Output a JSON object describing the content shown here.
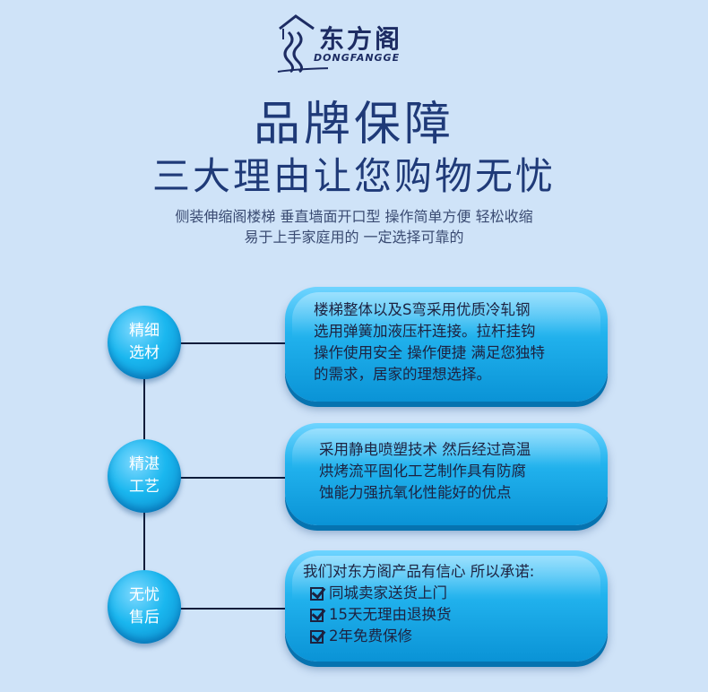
{
  "logo": {
    "name": "东方阁",
    "sub": "DONGFANGGE"
  },
  "title": "品牌保障",
  "subtitle": "三大理由让您购物无忧",
  "description": [
    "侧装伸缩阁楼梯 垂直墙面开口型 操作简单方便 轻松收缩",
    "易于上手家庭用的 一定选择可靠的"
  ],
  "items": [
    {
      "circle": [
        "精细",
        "选材"
      ],
      "lines": [
        "楼梯整体以及S弯采用优质冷轧钢",
        "选用弹簧加液压杆连接。拉杆挂钩",
        "操作使用安全 操作便捷 满足您独特",
        "的需求，居家的理想选择。"
      ]
    },
    {
      "circle": [
        "精湛",
        "工艺"
      ],
      "lines": [
        "采用静电喷塑技术 然后经过高温",
        "烘烤流平固化工艺制作具有防腐",
        "蚀能力强抗氧化性能好的优点"
      ]
    },
    {
      "circle": [
        "无忧",
        "售后"
      ],
      "intro": "我们对东方阁产品有信心 所以承诺:",
      "checks": [
        "同城卖家送货上门",
        "15天无理由退换货",
        "2年免费保修"
      ]
    }
  ],
  "colors": {
    "background": "#cfe3f8",
    "accent": "#1ab7ef",
    "title": "#1f3a78"
  }
}
